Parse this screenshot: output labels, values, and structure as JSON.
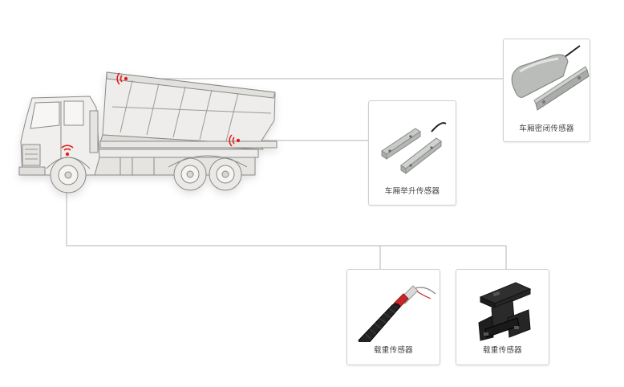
{
  "sensors": {
    "lid_sensor": {
      "label": "车厢密闭传感器",
      "icon": "magnetic-lock-sensor-icon"
    },
    "lift_sensor": {
      "label": "车厢举升传感器",
      "icon": "magnetic-reed-sensor-icon"
    },
    "load_sensor_1": {
      "label": "载重传感器",
      "icon": "cylindrical-load-sensor-icon"
    },
    "load_sensor_2": {
      "label": "载重传感器",
      "icon": "bracket-load-sensor-icon"
    }
  },
  "colors": {
    "line": "#b5b5b5",
    "signal": "#e02020",
    "truck_fill": "#eeecea",
    "truck_stroke": "#8a8a8a",
    "card_border": "#cfcfcf"
  }
}
